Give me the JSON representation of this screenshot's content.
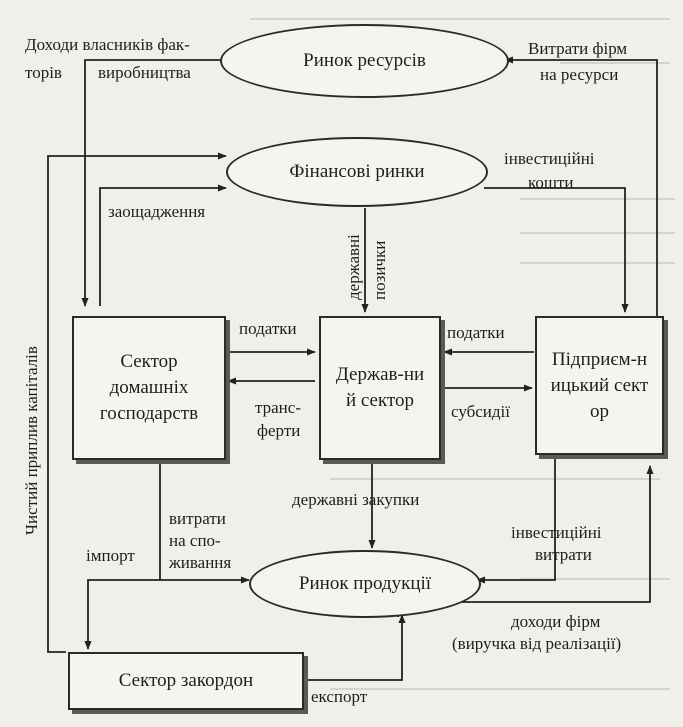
{
  "nodes": {
    "resource_market": "Ринок ресурсів",
    "financial_markets": "Фінансові ринки",
    "household_sector": "Сектор домашніх господарств",
    "government_sector": "Держав-ний сектор",
    "business_sector": "Підприєм-ницький сектор",
    "product_market": "Ринок продукції",
    "foreign_sector": "Сектор закордон"
  },
  "labels": {
    "owner_income_1": "Доходи власників фак-",
    "owner_income_2": "торів",
    "owner_income_3": "виробництва",
    "firm_costs_1": "Витрати фірм",
    "firm_costs_2": "на ресурси",
    "investment_funds_1": "інвестиційні",
    "investment_funds_2": "кошти",
    "savings": "заощадження",
    "gov_borrowing_1": "державні",
    "gov_borrowing_2": "позички",
    "taxes_households": "податки",
    "taxes_firms": "податки",
    "transfers_1": "транс-",
    "transfers_2": "ферти",
    "subsidies": "субсидії",
    "net_capital_inflow": "Чистий приплив капіталів",
    "gov_purchases": "державні закупки",
    "consumption_1": "витрати",
    "consumption_2": "на спо-",
    "consumption_3": "живання",
    "import": "імпорт",
    "investment_spending_1": "інвестиційні",
    "investment_spending_2": "витрати",
    "firm_revenue_1": "доходи фірм",
    "firm_revenue_2": "(виручка від реалізації)",
    "export": "експорт"
  }
}
